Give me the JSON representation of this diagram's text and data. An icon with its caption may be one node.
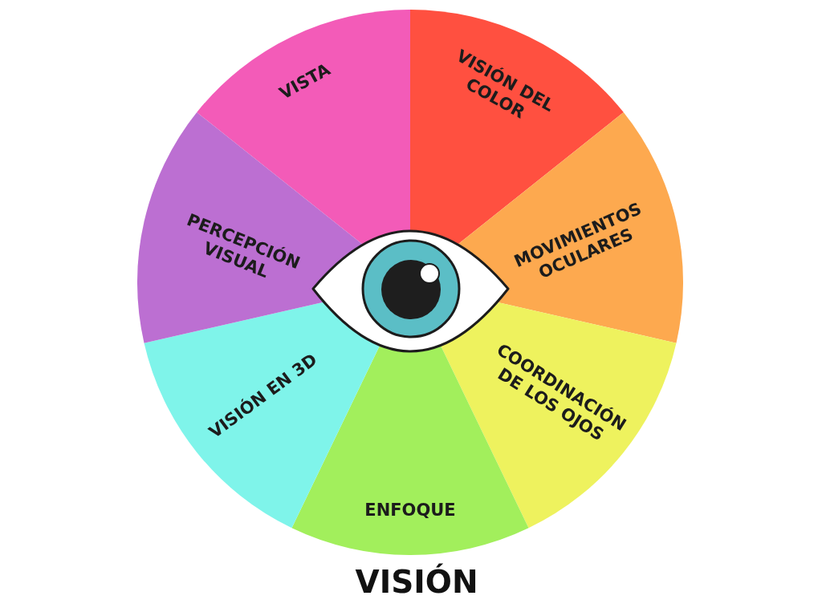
{
  "diagram": {
    "title": "VISIÓN",
    "nodes": [
      {
        "text": [
          "VISTA"
        ]
      },
      {
        "text": [
          "VISIÓN DEL COLOR"
        ]
      },
      {
        "text": [
          "MOVIMIENTOS OCULARES"
        ]
      },
      {
        "text": [
          "COORDINACIÓN DE LOS OJOS"
        ]
      },
      {
        "text": [
          "ENFOQUE"
        ]
      },
      {
        "text": [
          "VISIÓN EN 3D"
        ]
      },
      {
        "text": [
          "PERCEPCIÓN VISUAL"
        ]
      }
    ]
  }
}
